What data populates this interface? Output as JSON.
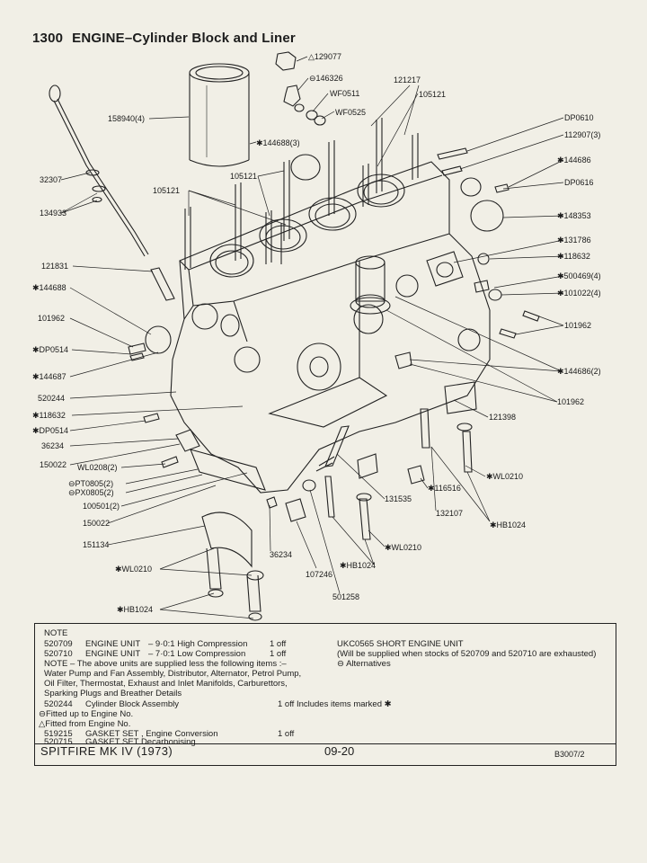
{
  "header": {
    "number": "1300",
    "title": "ENGINE–Cylinder Block and Liner"
  },
  "callouts": {
    "c129077": "△129077",
    "c146326": "⊖146326",
    "wf0511": "WF0511",
    "wf0525": "WF0525",
    "c121217": "121217",
    "c105121a": "105121",
    "c158940": "158940(4)",
    "dp0610": "DP0610",
    "c112907": "112907(3)",
    "c144688_3": "✱144688(3)",
    "s144686a": "✱144686",
    "c105121b": "105121",
    "c32307": "32307",
    "dp0616": "DP0616",
    "c105121c": "105121",
    "c134933": "134933",
    "s148353": "✱148353",
    "s131786": "✱131786",
    "s118632a": "✱118632",
    "c121831": "121831",
    "s500469": "✱500469(4)",
    "s144688": "✱144688",
    "s101022": "✱101022(4)",
    "c101962a": "101962",
    "c101962b": "101962",
    "sdp0514a": "✱DP0514",
    "s144687": "✱144687",
    "s144686_2": "✱144686(2)",
    "c520244": "520244",
    "c101962c": "101962",
    "s118632b": "✱118632",
    "c121398": "121398",
    "sdp0514b": "✱DP0514",
    "c36234a": "36234",
    "c150022a": "150022",
    "wl0208": "WL0208(2)",
    "swl0210a": "✱WL0210",
    "pt0805": "⊖PT0805(2)",
    "px0805": "⊖PX0805(2)",
    "c116516": "✱116516",
    "c100501": "100501(2)",
    "c131535": "131535",
    "c132107": "132107",
    "shb1024a": "✱HB1024",
    "c150022b": "150022",
    "c151134": "151134",
    "swl0210b": "✱WL0210",
    "c36234b": "36234",
    "shb1024b": "✱HB1024",
    "swl0210c": "✱WL0210",
    "c107246": "107246",
    "c501258": "501258",
    "shb1024c": "✱HB1024"
  },
  "note": {
    "heading": "NOTE",
    "unit1": {
      "code": "520709",
      "name": "ENGINE UNIT",
      "desc": "– 9·0:1  High Compression",
      "qty": "1 off"
    },
    "unit2": {
      "code": "520710",
      "name": "ENGINE UNIT",
      "desc": "– 7·0:1  Low Compression",
      "qty": "1 off"
    },
    "supplied_line1": "NOTE – The above units are supplied less the following items :–",
    "supplied_line2": "Water Pump and Fan Assembly, Distributor, Alternator, Petrol Pump,",
    "supplied_line3": "Oil Filter, Thermostat, Exhaust and Inlet Manifolds, Carburettors,",
    "supplied_line4": "Sparking Plugs and Breather Details",
    "short_engine": "UKC0565  SHORT ENGINE UNIT",
    "short_engine_note": "(Will be supplied when stocks of 520709 and 520710 are exhausted)",
    "alternatives": "⊖ Alternatives",
    "block": {
      "code": "520244",
      "name": "Cylinder Block Assembly",
      "qty": "1 off  Includes items marked ✱"
    },
    "fitted_up": "⊖Fitted up to Engine No.",
    "fitted_from": "△Fitted from Engine No.",
    "gasket1": {
      "code": "519215",
      "name": "GASKET SET , Engine Conversion",
      "qty": "1 off"
    },
    "gasket2": {
      "code": "520715",
      "name": "GASKET SET Decarbonising"
    }
  },
  "footer": {
    "model": "SPITFIRE  MK IV (1973)",
    "page": "09-20",
    "ref": "B3007/2"
  }
}
